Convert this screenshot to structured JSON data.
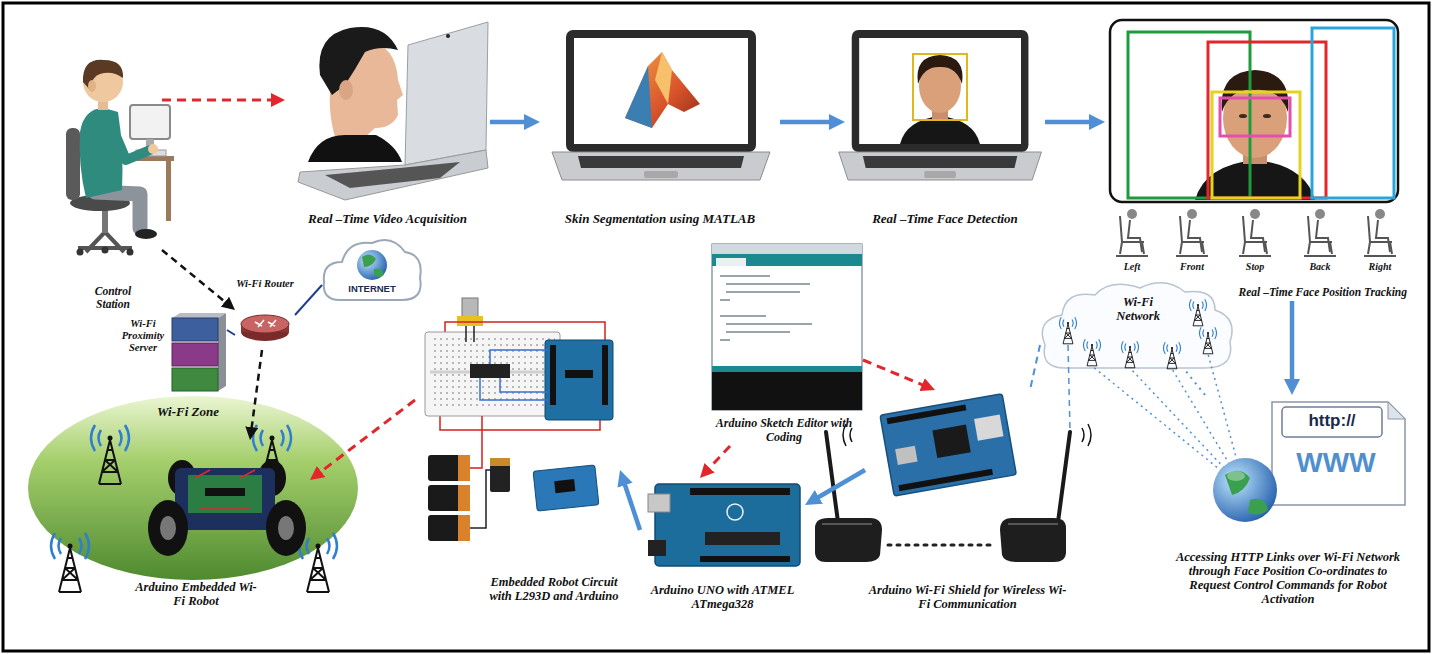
{
  "diagram": {
    "nodes": [
      {
        "text": [
          "Control Station"
        ]
      },
      {
        "text": [
          "Real –Time Video Acquisition"
        ]
      },
      {
        "text": [
          "Skin Segmentation using MATLAB"
        ]
      },
      {
        "text": [
          "Real –Time Face Detection"
        ]
      },
      {
        "text": [
          "Real –Time Face Position Tracking"
        ]
      },
      {
        "text": [
          "INTERNET"
        ]
      },
      {
        "text": [
          "Wi-Fi Router"
        ]
      },
      {
        "text": [
          "Wi-Fi Proximity Server"
        ]
      },
      {
        "text": [
          "Arduino Sketch Editor with Coding"
        ]
      },
      {
        "text": [
          "Wi-Fi Network"
        ]
      },
      {
        "text": [
          "Wi-Fi Zone"
        ]
      },
      {
        "text": [
          "Arduino Embedded Wi-Fi Robot"
        ],
        "in": 10
      },
      {
        "text": [
          "Embedded Robot Circuit with L293D and Arduino"
        ]
      },
      {
        "text": [
          "Arduino UNO with ATMEL ATmega328"
        ]
      },
      {
        "text": [
          "Arduino Wi-Fi Shield for Wireless Wi-Fi Communication"
        ]
      },
      {
        "text": [
          "Accessing HTTP Links over Wi-Fi Network through Face Position Co-ordinates to Request Control Commands for Robot Activation"
        ]
      }
    ],
    "edges": [
      {
        "from": 0,
        "to": 1,
        "arrow": "to"
      },
      {
        "from": 1,
        "to": 2,
        "arrow": "to"
      },
      {
        "from": 2,
        "to": 3,
        "arrow": "to"
      },
      {
        "from": 3,
        "to": 4,
        "arrow": "to"
      },
      {
        "from": 4,
        "to": 15,
        "arrow": "to"
      },
      {
        "from": 15,
        "to": 9,
        "arrow": "none"
      },
      {
        "from": 9,
        "to": 14,
        "arrow": "none"
      },
      {
        "from": 14,
        "to": 13,
        "arrow": "to"
      },
      {
        "from": 13,
        "to": 12,
        "arrow": "to"
      },
      {
        "from": 8,
        "to": 13,
        "arrow": "to"
      },
      {
        "from": 8,
        "to": 14,
        "arrow": "to"
      },
      {
        "from": 12,
        "to": 11,
        "arrow": "to"
      },
      {
        "from": 0,
        "to": 6,
        "arrow": "to"
      },
      {
        "from": 6,
        "to": 11,
        "arrow": "to"
      },
      {
        "from": 6,
        "to": 5,
        "arrow": "none"
      },
      {
        "from": 7,
        "to": 6,
        "arrow": "none"
      }
    ],
    "labels": [
      "Left",
      "Front",
      "Stop",
      "Back",
      "Right",
      "http://",
      "WWW"
    ]
  }
}
